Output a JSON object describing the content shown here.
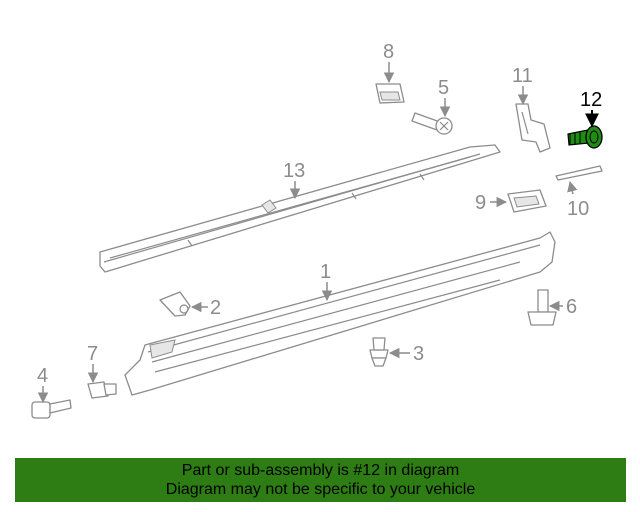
{
  "callouts": {
    "c1": "1",
    "c2": "2",
    "c3": "3",
    "c4": "4",
    "c5": "5",
    "c6": "6",
    "c7": "7",
    "c8": "8",
    "c9": "9",
    "c10": "10",
    "c11": "11",
    "c12": "12",
    "c13": "13"
  },
  "highlight": {
    "part": "12",
    "color": "#1f8c14"
  },
  "banner": {
    "line1": "Part or sub-assembly is #12 in diagram",
    "line2": "Diagram may not be specific to your vehicle",
    "bg_color": "#2e7d14"
  }
}
